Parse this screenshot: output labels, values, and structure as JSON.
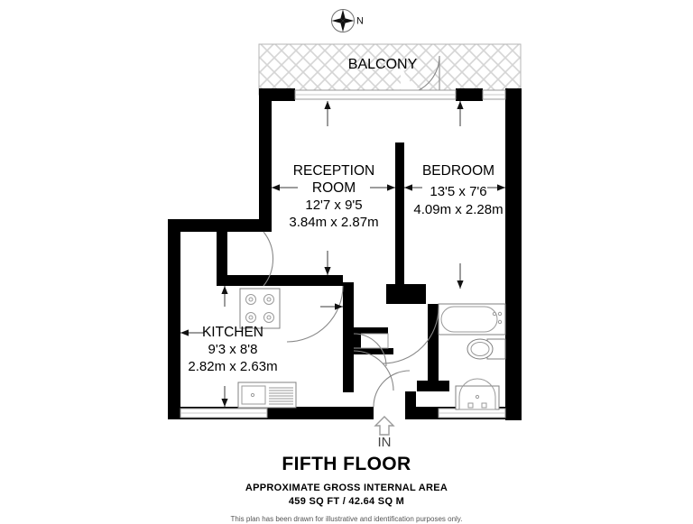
{
  "plan": {
    "compass": {
      "label": "N",
      "icon": "compass-rose-icon"
    },
    "balcony": {
      "label": "BALCONY"
    },
    "entrance": {
      "label": "IN",
      "icon": "entrance-arrow-icon"
    },
    "rooms": [
      {
        "id": "reception-room",
        "name_line1": "RECEPTION",
        "name_line2": "ROOM",
        "dim_imperial": "12'7 x 9'5",
        "dim_metric": "3.84m x 2.87m"
      },
      {
        "id": "bedroom",
        "name_line1": "BEDROOM",
        "name_line2": "",
        "dim_imperial": "13'5 x 7'6",
        "dim_metric": "4.09m x 2.28m"
      },
      {
        "id": "kitchen",
        "name_line1": "KITCHEN",
        "name_line2": "",
        "dim_imperial": "9'3 x 8'8",
        "dim_metric": "2.82m x 2.63m"
      }
    ],
    "fixtures": [
      {
        "id": "hob",
        "icon": "stove-hob-icon"
      },
      {
        "id": "sink",
        "icon": "kitchen-sink-icon"
      },
      {
        "id": "bathtub",
        "icon": "bathtub-icon"
      },
      {
        "id": "toilet",
        "icon": "toilet-icon"
      },
      {
        "id": "basin",
        "icon": "wash-basin-icon"
      }
    ],
    "colors": {
      "wall": "#000000",
      "background": "#ffffff",
      "fixture_stroke": "#808080",
      "hatch": "#d8d8d8"
    }
  },
  "caption": {
    "floor_title": "FIFTH FLOOR",
    "area_line1": "APPROXIMATE GROSS INTERNAL AREA",
    "area_line2": "459 SQ FT / 42.64 SQ M",
    "disclaimer": "This plan has been drawn for illustrative and identification purposes only."
  }
}
